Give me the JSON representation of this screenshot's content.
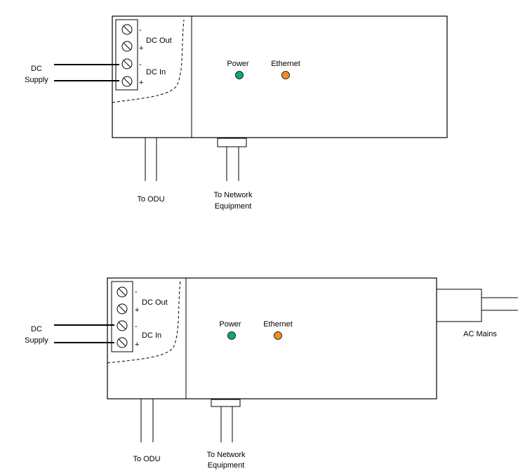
{
  "diagrams": [
    {
      "terminal_labels": {
        "dc_out": "DC Out",
        "dc_in": "DC In"
      },
      "polarity": [
        "-",
        "+",
        "-",
        "+"
      ],
      "leds": {
        "power": "Power",
        "ethernet": "Ethernet"
      },
      "supply_label": [
        "DC",
        "Supply"
      ],
      "odu_label": "To ODU",
      "network_label": [
        "To Network",
        "Equipment"
      ]
    },
    {
      "terminal_labels": {
        "dc_out": "DC Out",
        "dc_in": "DC In"
      },
      "polarity": [
        "-",
        "+",
        "-",
        "+"
      ],
      "leds": {
        "power": "Power",
        "ethernet": "Ethernet"
      },
      "supply_label": [
        "DC",
        "Supply"
      ],
      "odu_label": "To ODU",
      "network_label": [
        "To Network",
        "Equipment"
      ],
      "mains_label": "AC Mains"
    }
  ],
  "colors": {
    "power_led": "#14a37f",
    "ethernet_led": "#f08c2a",
    "line": "#000000"
  }
}
